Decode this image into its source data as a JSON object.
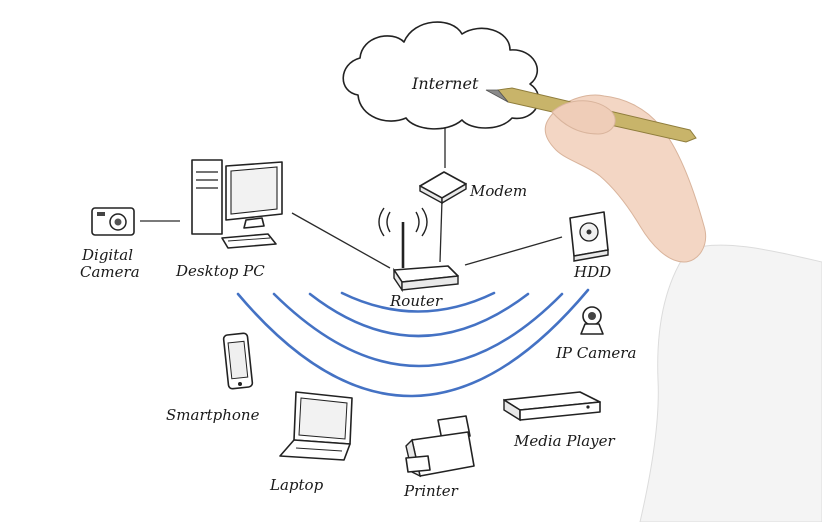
{
  "nodes": {
    "internet": "Internet",
    "modem": "Modem",
    "router": "Router",
    "desktop_pc": "Desktop PC",
    "digital_camera": [
      "Digital",
      "Camera"
    ],
    "hdd": "HDD",
    "ip_camera": "IP Camera",
    "smartphone": "Smartphone",
    "laptop": "Laptop",
    "printer": "Printer",
    "media_player": "Media Player"
  },
  "colors": {
    "wifi_waves": "#4472c4",
    "ink": "#222222",
    "pen_gold": "#c8b46a"
  },
  "icons": {
    "internet": "cloud-icon",
    "modem": "modem-icon",
    "router": "router-icon",
    "desktop_pc": "desktop-pc-icon",
    "digital_camera": "digital-camera-icon",
    "hdd": "hdd-icon",
    "ip_camera": "ip-camera-icon",
    "smartphone": "smartphone-icon",
    "laptop": "laptop-icon",
    "printer": "printer-icon",
    "media_player": "media-player-icon"
  }
}
